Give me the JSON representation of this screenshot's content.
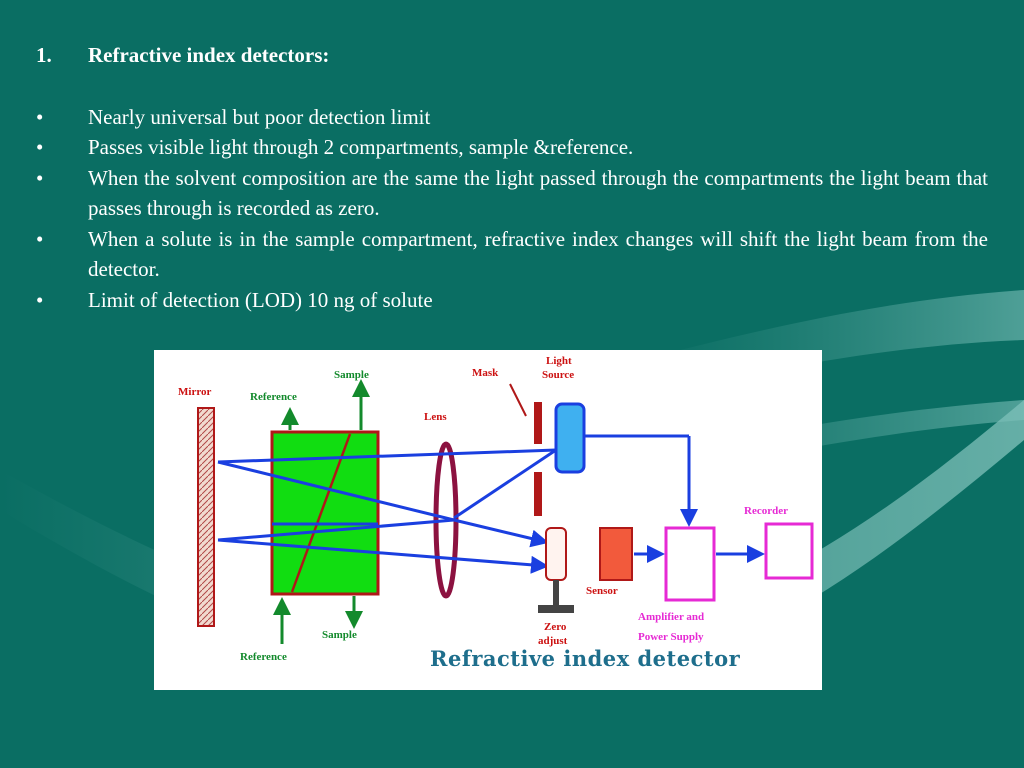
{
  "slide": {
    "heading_number": "1.",
    "heading": "Refractive index detectors:",
    "bullet_symbol": "•",
    "bullets": [
      "Nearly universal but poor detection limit",
      "Passes visible light through 2 compartments, sample &reference.",
      "When the solvent composition are the same the light passed through the compartments the light beam that passes through is recorded as zero.",
      "When a solute is in the sample compartment, refractive index changes will shift the light beam from the detector.",
      "Limit of detection (LOD) 10 ng of solute"
    ]
  },
  "diagram": {
    "title": "Refractive index detector",
    "labels": {
      "mirror": "Mirror",
      "reference_top": "Reference",
      "sample_top": "Sample",
      "mask": "Mask",
      "light_source_1": "Light",
      "light_source_2": "Source",
      "lens": "Lens",
      "sensor": "Sensor",
      "zero_adjust_1": "Zero",
      "zero_adjust_2": "adjust",
      "reference_bottom": "Reference",
      "sample_bottom": "Sample",
      "amplifier_1": "Amplifier and",
      "amplifier_2": "Power Supply",
      "recorder": "Recorder"
    },
    "colors": {
      "beam": "#1a3fe0",
      "cell_fill": "#11dd11",
      "cell_border": "#b01818",
      "lens": "#8c1240",
      "light_source": "#3fb0f0",
      "sensor": "#f25a3c",
      "amplifier": "#e62ad4",
      "label_red": "#cc1111",
      "label_green": "#138a2c"
    }
  }
}
